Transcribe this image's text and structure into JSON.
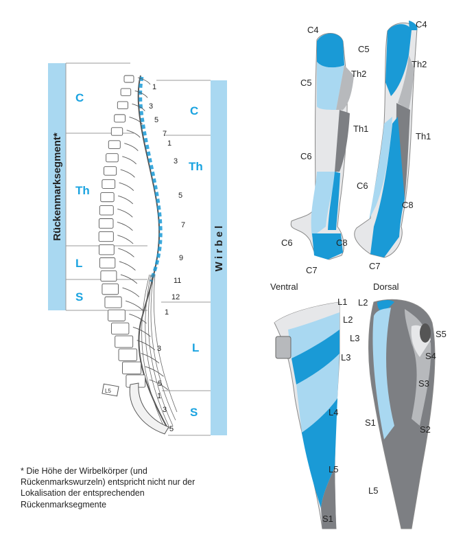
{
  "colors": {
    "dark_blue": "#1a9ad6",
    "light_blue": "#a9d8f1",
    "gray": "#7d7f83",
    "light_gray": "#e6e7e9",
    "mid_gray": "#b7b9bc",
    "accent_text": "#1aa3e0"
  },
  "segments_bar": {
    "title": "Rückenmarksegment*",
    "labels": [
      "C",
      "Th",
      "L",
      "S"
    ]
  },
  "vertebra_bar": {
    "title": "W i r b e l",
    "labels": [
      "C",
      "Th",
      "L",
      "S"
    ]
  },
  "vertebra_numbers": {
    "cervical": [
      "1",
      "3",
      "5",
      "7"
    ],
    "thoracic": [
      "1",
      "3",
      "5",
      "7",
      "9",
      "11",
      "12"
    ],
    "lumbar": [
      "1",
      "3",
      "5"
    ],
    "sacral": [
      "1",
      "3",
      "5"
    ],
    "l5_tag": "L5"
  },
  "arm_labels": {
    "ventral": [
      "C4",
      "C5",
      "Th2",
      "Th1",
      "C6",
      "C6",
      "C8",
      "C7"
    ],
    "dorsal": [
      "C4",
      "C5",
      "Th2",
      "Th1",
      "C6",
      "C8",
      "C7"
    ]
  },
  "leg_headings": {
    "ventral": "Ventral",
    "dorsal": "Dorsal"
  },
  "leg_labels": {
    "ventral": [
      "L1",
      "L2",
      "L3",
      "L3",
      "L4",
      "L5",
      "S1"
    ],
    "dorsal": [
      "L2",
      "S5",
      "S4",
      "S3",
      "S1",
      "S2",
      "L5"
    ]
  },
  "footnote": "* Die Höhe der Wirbelkörper (und Rückenmarkswurzeln) entspricht nicht nur der Lokalisation der entsprechenden Rückenmarksegmente"
}
